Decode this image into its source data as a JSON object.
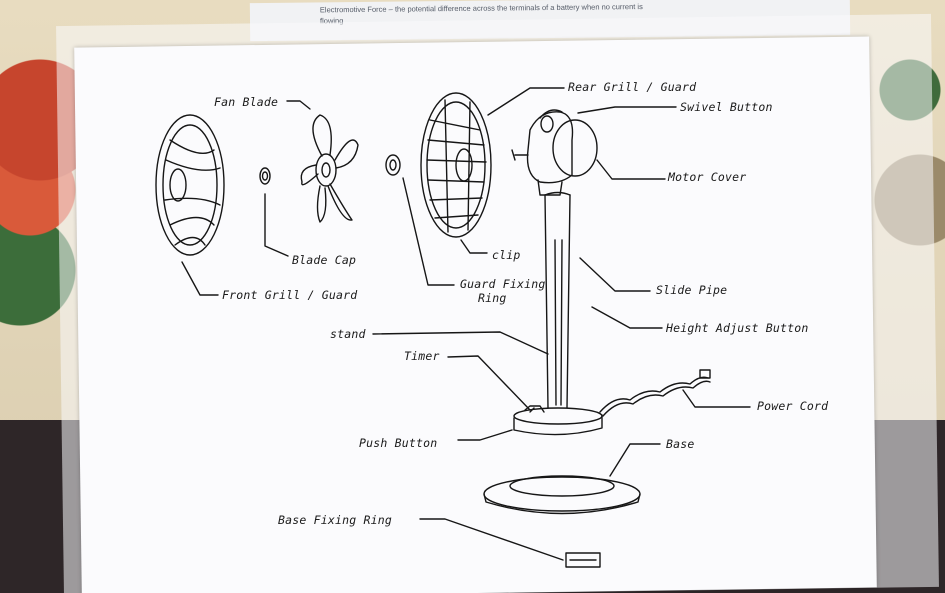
{
  "background_sheet": {
    "line1": "Electromotive Force – the potential difference across the terminals of a battery when no current is",
    "line2": "flowing"
  },
  "labels": {
    "fan_blade": "Fan Blade",
    "rear_grill": "Rear Grill / Guard",
    "swivel_button": "Swivel Button",
    "motor_cover": "Motor Cover",
    "blade_cap": "Blade Cap",
    "clip": "clip",
    "guard_fixing_ring_1": "Guard Fixing",
    "guard_fixing_ring_2": "Ring",
    "front_grill": "Front Grill / Guard",
    "slide_pipe": "Slide Pipe",
    "stand": "stand",
    "height_adjust_button": "Height Adjust Button",
    "timer": "Timer",
    "power_cord": "Power Cord",
    "push_button": "Push Button",
    "base": "Base",
    "base_fixing_ring": "Base Fixing Ring"
  }
}
